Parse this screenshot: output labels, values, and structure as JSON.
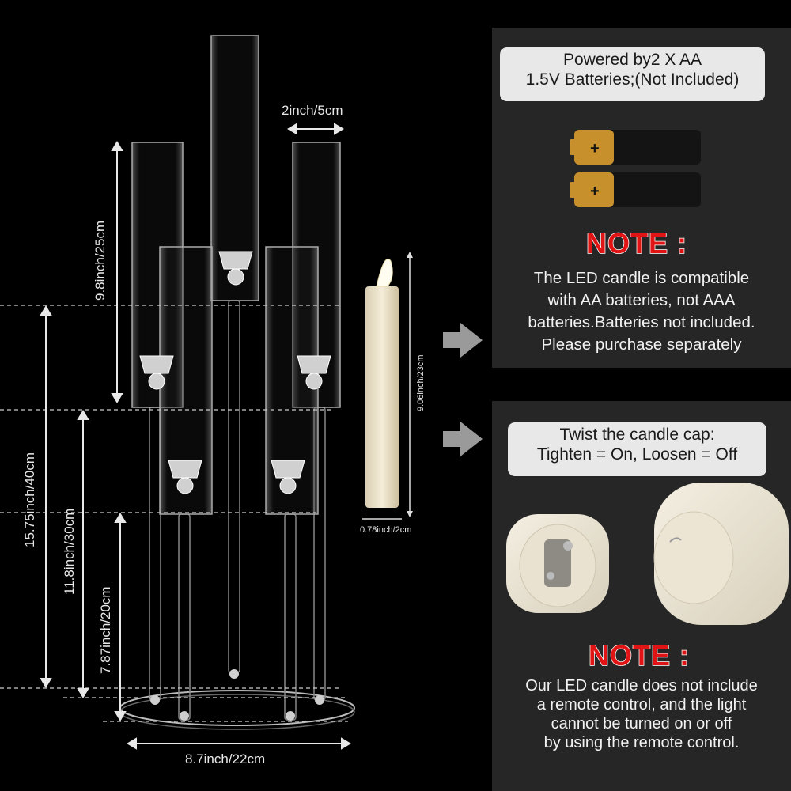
{
  "product": {
    "dimensions": {
      "tube_diameter": "2inch/5cm",
      "tube_height": "9.8inch/25cm",
      "total_height": "15.75inch/40cm",
      "tier_height_upper": "11.8inch/30cm",
      "tier_height_lower": "7.87inch/20cm",
      "base_width": "8.7inch/22cm",
      "candle_height": "9.06inch/23cm",
      "candle_diameter": "0.78inch/2cm"
    }
  },
  "battery_panel": {
    "pill_line1": "Powered by2 X AA",
    "pill_line2": "1.5V Batteries;(Not Included)",
    "battery_icon_count": 2,
    "note_label": "NOTE :",
    "note_lines": [
      "The LED candle is compatible",
      "with AA batteries, not AAA",
      "batteries.Batteries not included.",
      "Please purchase separately"
    ]
  },
  "switch_panel": {
    "pill_line1": "Twist the candle cap:",
    "pill_line2": "Tighten = On, Loosen = Off",
    "note_label": "NOTE :",
    "note_lines": [
      "Our LED candle does not include",
      "a remote control, and the light",
      "cannot be turned on or off",
      "by using the remote control."
    ]
  },
  "colors": {
    "background": "#000000",
    "panel": "#262626",
    "note_red": "#e01414",
    "battery_gold": "#c8902c"
  }
}
